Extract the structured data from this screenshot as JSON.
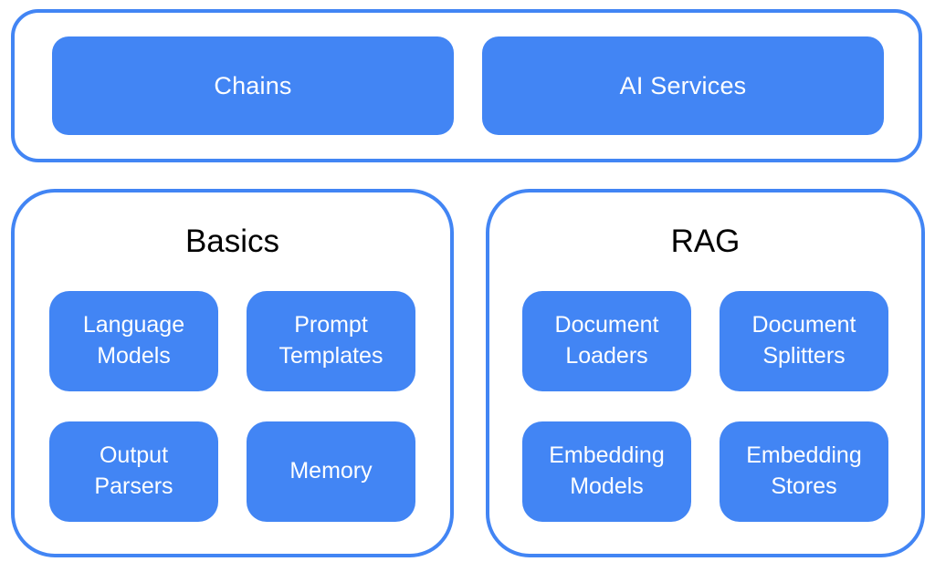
{
  "colors": {
    "background": "#FFFFFF",
    "node_fill": "#4285F4",
    "container_border": "#4285F4",
    "node_text": "#FFFFFF",
    "title_text": "#000000"
  },
  "top_panel": {
    "nodes": [
      {
        "label": "Chains"
      },
      {
        "label": "AI Services"
      }
    ]
  },
  "groups": [
    {
      "title": "Basics",
      "nodes": [
        {
          "label": "Language Models"
        },
        {
          "label": "Prompt Templates"
        },
        {
          "label": "Output Parsers"
        },
        {
          "label": "Memory"
        }
      ]
    },
    {
      "title": "RAG",
      "nodes": [
        {
          "label": "Document Loaders"
        },
        {
          "label": "Document Splitters"
        },
        {
          "label": "Embedding Models"
        },
        {
          "label": "Embedding Stores"
        }
      ]
    }
  ]
}
